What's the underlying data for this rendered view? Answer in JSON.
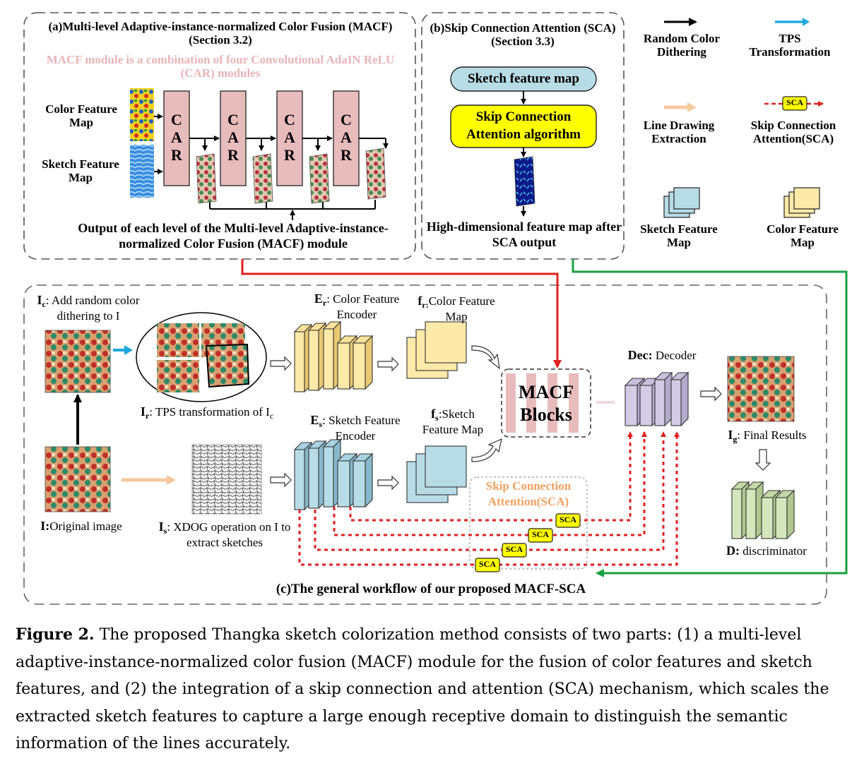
{
  "panel_a": {
    "title": "(a)Multi-level Adaptive-instance-normalized Color Fusion (MACF) (Section 3.2)",
    "note": "MACF module is a combination of four Convolutional AdaIN ReLU (CAR) modules",
    "color_feature_label": "Color Feature Map",
    "sketch_feature_label": "Sketch Feature Map",
    "car_blocks": [
      "C\nA\nR",
      "C\nA\nR",
      "C\nA\nR",
      "C\nA\nR"
    ],
    "output_label": "Output of each level of the Multi-level Adaptive-instance-normalized Color Fusion (MACF) module"
  },
  "panel_b": {
    "title": "(b)Skip Connection Attention (SCA) (Section 3.3)",
    "sketch_box": "Sketch feature map",
    "algorithm_box": "Skip Connection Attention algorithm",
    "output_label": "High-dimensional feature map after SCA output"
  },
  "legend": {
    "random_color": "Random Color Dithering",
    "tps": "TPS Transformation",
    "line_drawing": "Line Drawing Extraction",
    "sca_badge": "SCA",
    "sca": "Skip Connection Attention(SCA)",
    "sketch_feature": "Sketch Feature Map",
    "color_feature": "Color Feature Map"
  },
  "panel_c": {
    "ic_sym": "I",
    "ic_sub": "c",
    "ic_text": ": Add random color dithering to I",
    "ir_sym": "I",
    "ir_sub": "r",
    "ir_text": ": TPS transformation of I",
    "ir_tail_sub": "c",
    "i_sym": "I:",
    "i_text": "Original image",
    "is_sym": "I",
    "is_sub": "s",
    "is_text": ": XDOG operation on I to extract sketches",
    "er_sym": "E",
    "er_sub": "r",
    "er_text": ": Color Feature Encoder",
    "es_sym": "E",
    "es_sub": "s",
    "es_text": ": Sketch Feature Encoder",
    "fr_sym": "f",
    "fr_sub": "r:",
    "fr_text": "Color Feature Map",
    "fs_sym": "f",
    "fs_sub": "s",
    "fs_text": ":Sketch Feature Map",
    "macf_blocks": "MACF Blocks",
    "dec_sym": "Dec:",
    "dec_text": " Decoder",
    "ig_sym": "I",
    "ig_sub": "g",
    "ig_text": ": Final Results",
    "d_sym": "D:",
    "d_text": " discriminator",
    "sca_group": "Skip Connection Attention(SCA)",
    "sca_badges": [
      "SCA",
      "SCA",
      "SCA",
      "SCA"
    ],
    "title": "(c)The general workflow of our proposed MACF-SCA"
  },
  "caption": {
    "label": "Figure 2.",
    "text": " The proposed Thangka sketch colorization method consists of two parts: (1) a multi-level adaptive-instance-normalized color fusion (MACF) module for the fusion of color features and sketch features, and (2) the integration of a skip connection and attention (SCA) mechanism, which scales the extracted sketch features to capture a large enough receptive domain to distinguish the semantic information of the lines accurately."
  },
  "colors": {
    "car_fill": "#e8bcbc",
    "sca_yellow": "#ffff00",
    "sketch_blue": "#b8dce6",
    "color_yellow": "#fde9a8",
    "decoder_purple": "#d4cce6",
    "disc_green": "#d4e6bc",
    "red_line": "#e02020",
    "green_line": "#17a040",
    "tps_blue": "#1fa8e0",
    "orange_arrow": "#f5c8a0"
  }
}
